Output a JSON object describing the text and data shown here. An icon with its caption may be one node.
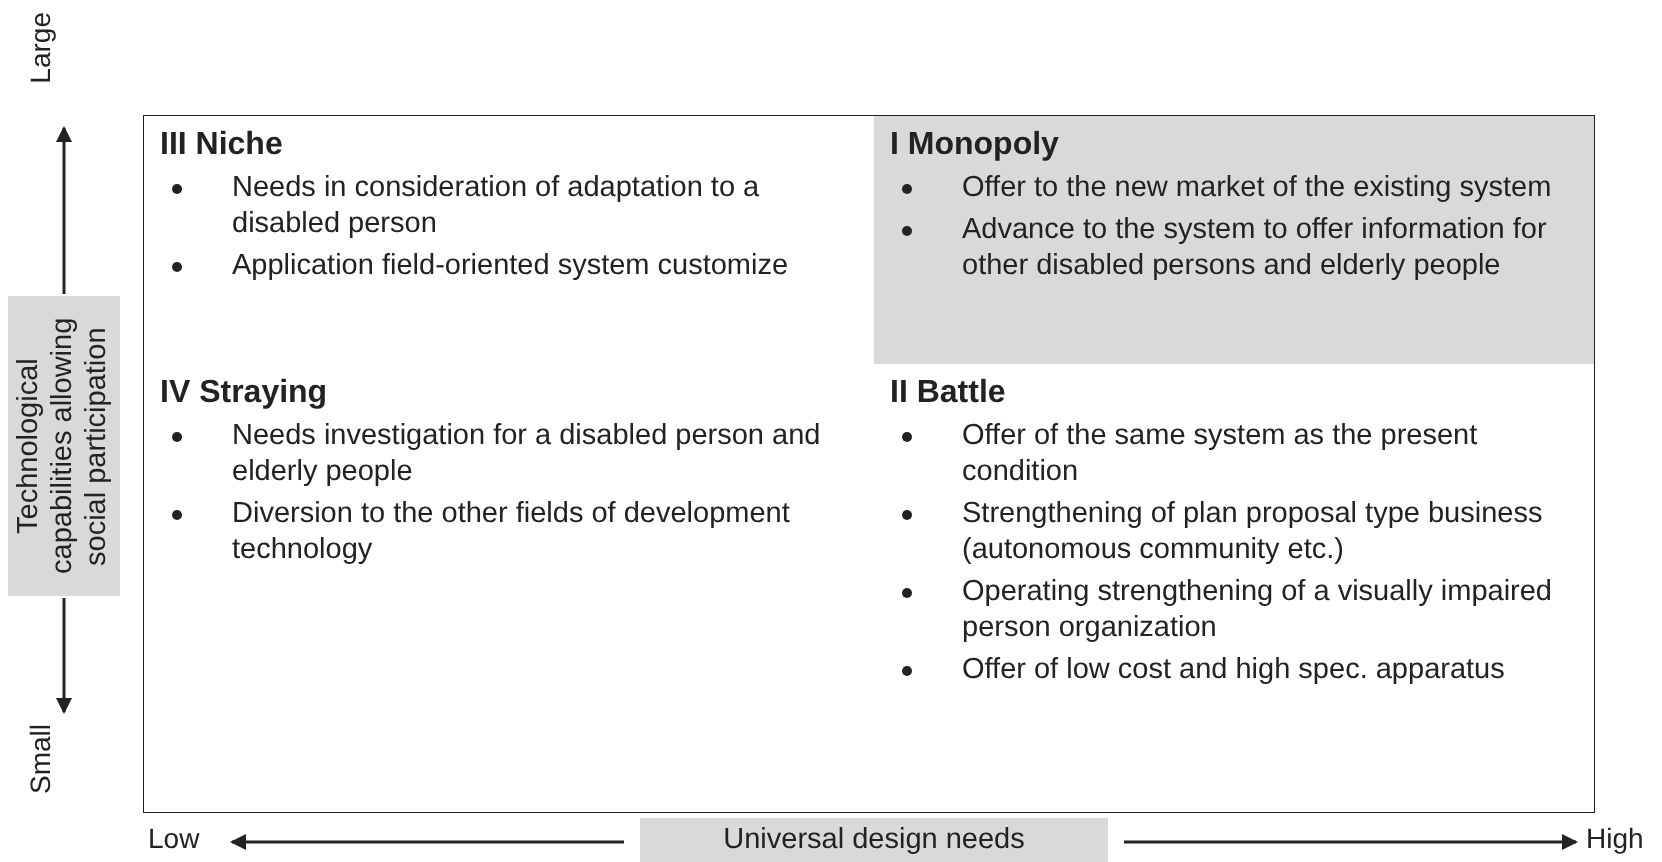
{
  "diagram": {
    "nodes": [
      {
        "text": [
          "III Niche",
          "Needs in consideration of adaptation to a disabled person",
          "Application field-oriented system customize"
        ]
      },
      {
        "text": [
          "I Monopoly",
          "Offer to the new market of the existing system",
          "Advance to the system to offer information for other disabled persons and elderly people"
        ]
      },
      {
        "text": [
          "IV Straying",
          "Needs investigation for a disabled person and elderly people",
          "Diversion to the other fields of development technology"
        ]
      },
      {
        "text": [
          "II Battle",
          "Offer of the same system as the present condition",
          "Strengthening of plan proposal type business (autonomous community etc.)",
          "Operating strengthening of a visually impaired person organization",
          "Offer of low cost and high spec. apparatus"
        ]
      },
      {
        "text": [
          "Technological capabilities allowing social participation"
        ]
      },
      {
        "text": [
          "Universal design needs"
        ]
      }
    ],
    "labels": [
      "Large",
      "Small",
      "Low",
      "High"
    ]
  }
}
